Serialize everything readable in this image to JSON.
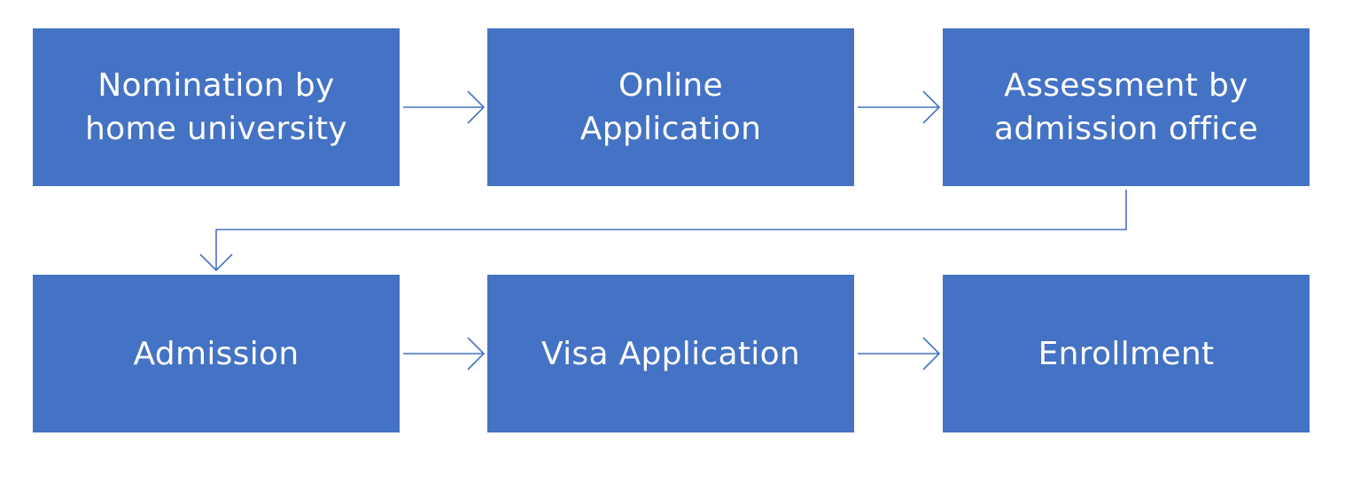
{
  "colors": {
    "box_fill": "#4472c4",
    "box_text": "#ffffff",
    "connector": "#4472c4",
    "background": "#ffffff"
  },
  "steps": [
    {
      "label": "Nomination by\nhome university"
    },
    {
      "label": "Online\nApplication"
    },
    {
      "label": "Assessment by\nadmission office"
    },
    {
      "label": "Admission"
    },
    {
      "label": "Visa Application"
    },
    {
      "label": "Enrollment"
    }
  ]
}
